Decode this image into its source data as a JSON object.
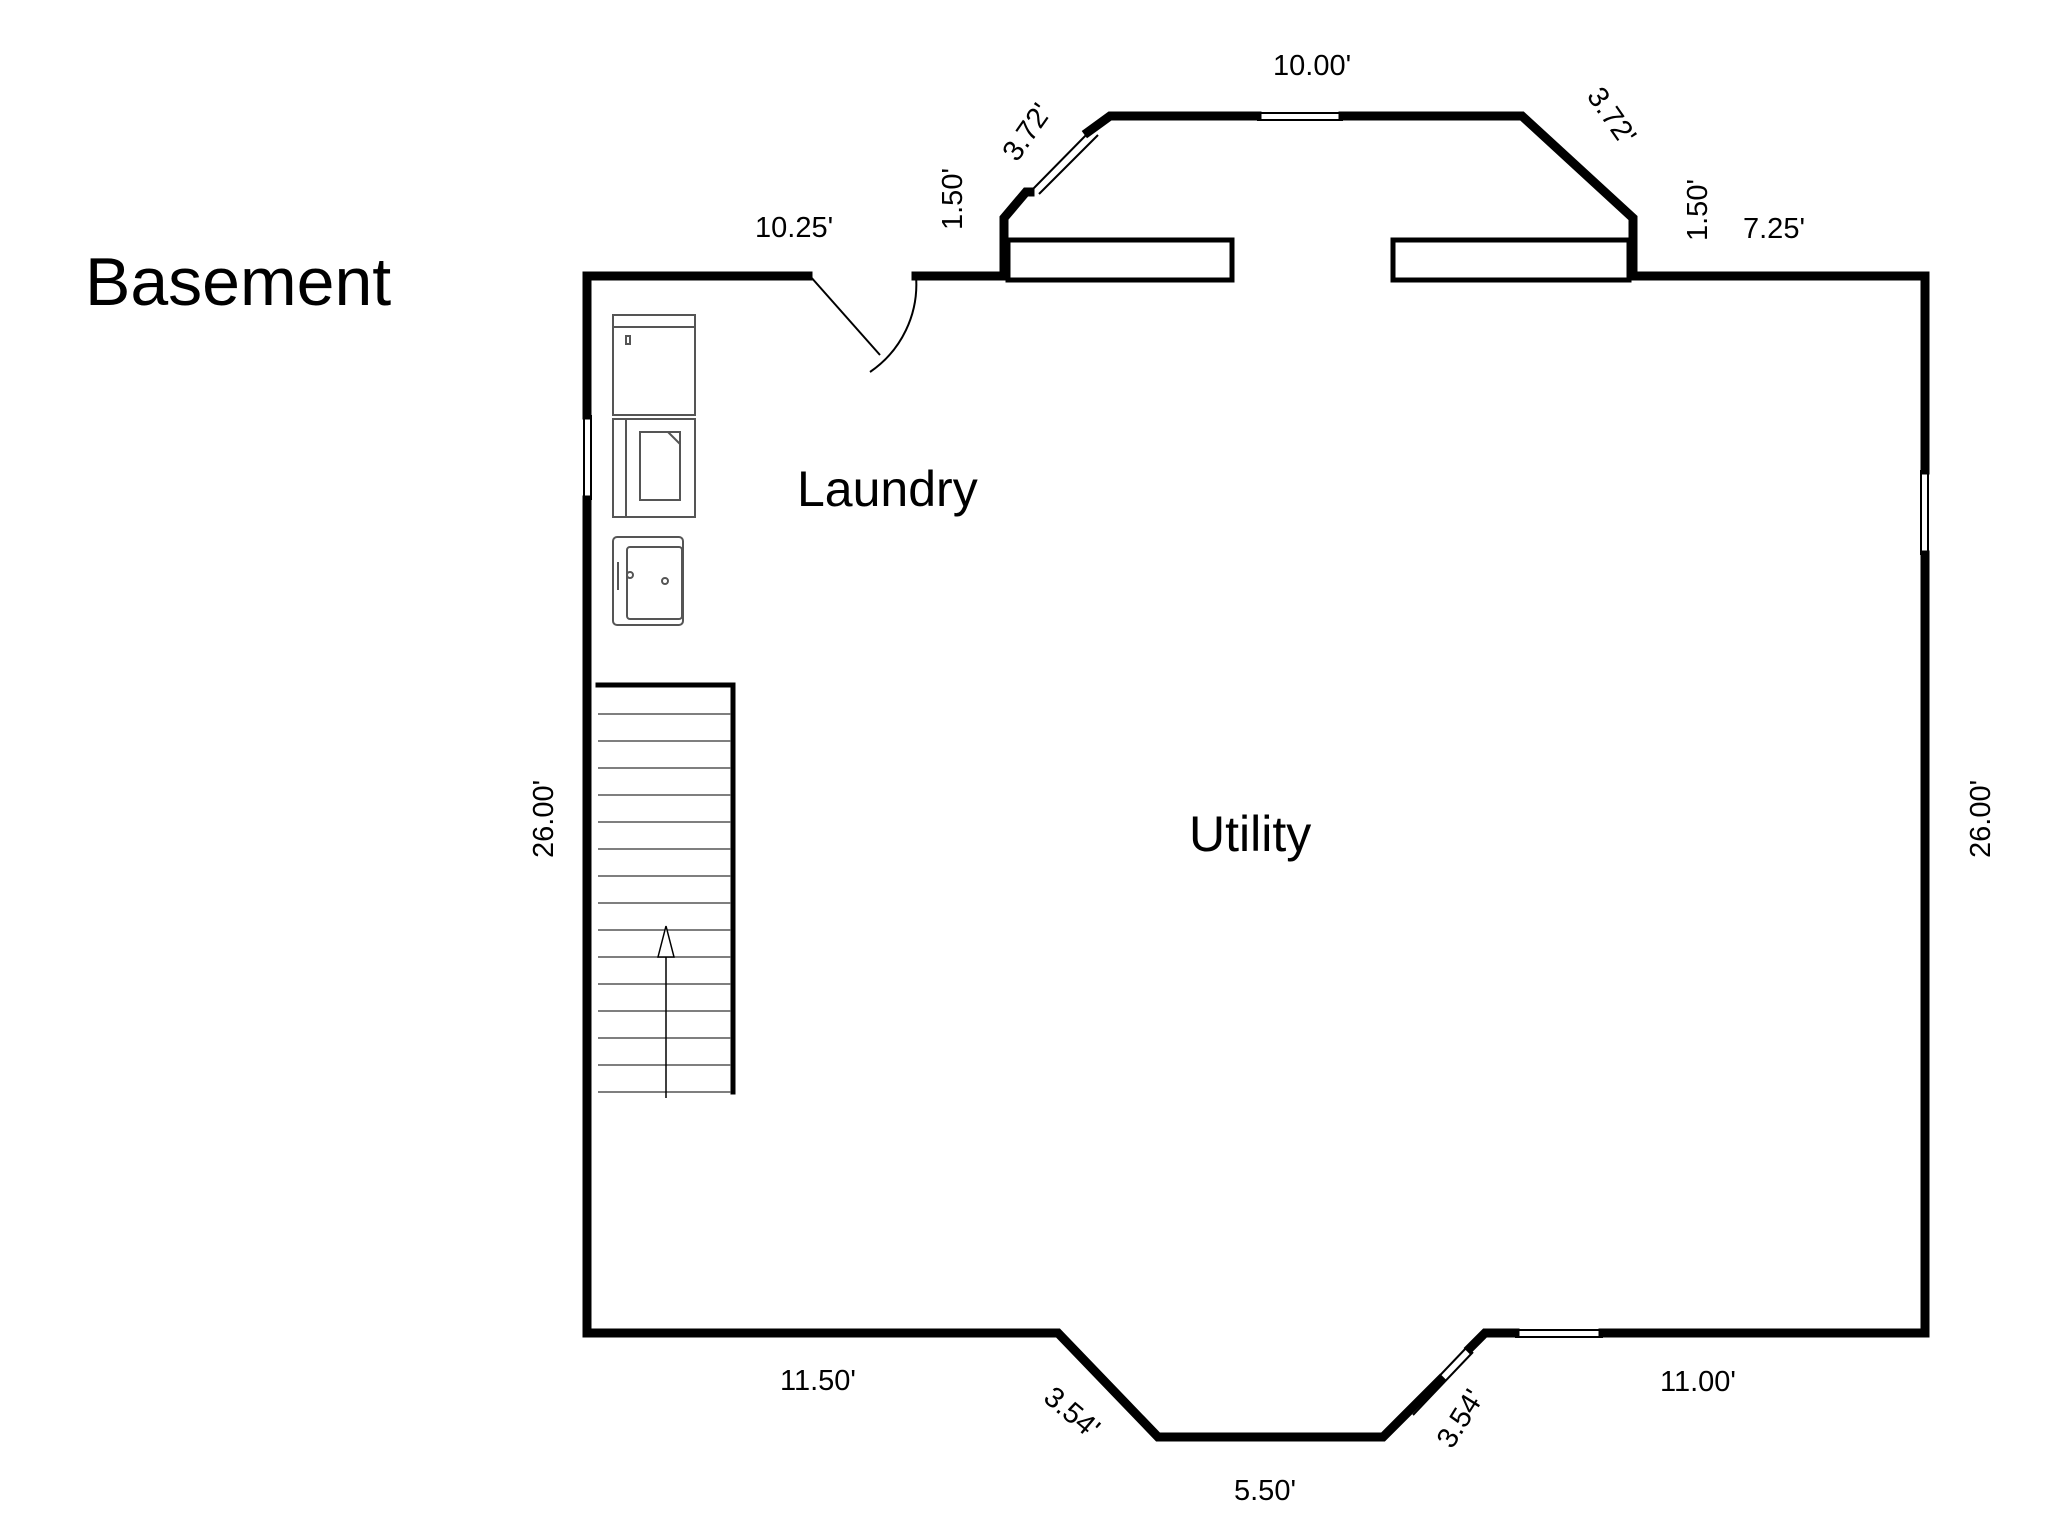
{
  "title": "Basement",
  "rooms": {
    "laundry": "Laundry",
    "utility": "Utility"
  },
  "dimensions": {
    "top_left_wall": "10.25'",
    "top_left_jog": "1.50'",
    "top_left_bay_angle": "3.72'",
    "top_bay": "10.00'",
    "top_right_bay_angle": "3.72'",
    "top_right_jog": "1.50'",
    "top_right_wall": "7.25'",
    "left_wall": "26.00'",
    "right_wall": "26.00'",
    "bottom_left_wall": "11.50'",
    "bottom_left_bay_angle": "3.54'",
    "bottom_bay": "5.50'",
    "bottom_right_bay_angle": "3.54'",
    "bottom_right_wall": "11.00'"
  },
  "stair_direction": "up"
}
